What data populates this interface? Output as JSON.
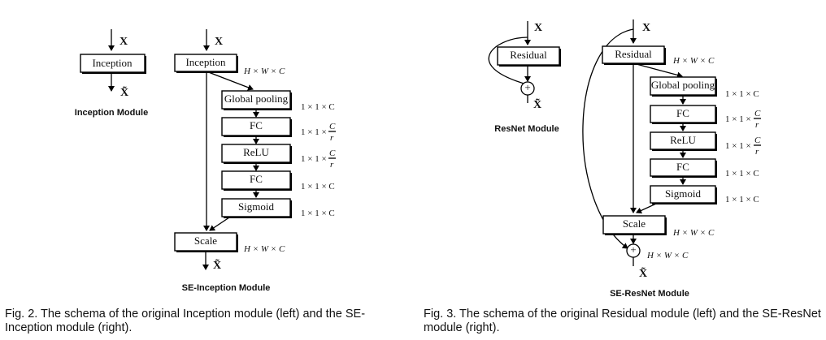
{
  "labels": {
    "inception": "Inception",
    "global_pooling": "Global pooling",
    "fc": "FC",
    "relu": "ReLU",
    "sigmoid": "Sigmoid",
    "scale": "Scale",
    "residual": "Residual",
    "input_var": "X",
    "output_var": "X̃",
    "plus": "+"
  },
  "dims": {
    "hwc": "H × W × C",
    "oneone_c": "1 × 1 × C",
    "oneone_prefix": "1 × 1 ×",
    "frac_num": "C",
    "frac_den": "r"
  },
  "figure_left": {
    "module_title": "Inception Module",
    "se_module_title": "SE-Inception Module",
    "caption": "Fig. 2. The schema of the original Inception module (left) and the SE-Inception module (right)."
  },
  "figure_right": {
    "module_title": "ResNet Module",
    "se_module_title": "SE-ResNet Module",
    "caption": "Fig. 3. The schema of the original Residual module (left) and the SE-ResNet module (right)."
  }
}
